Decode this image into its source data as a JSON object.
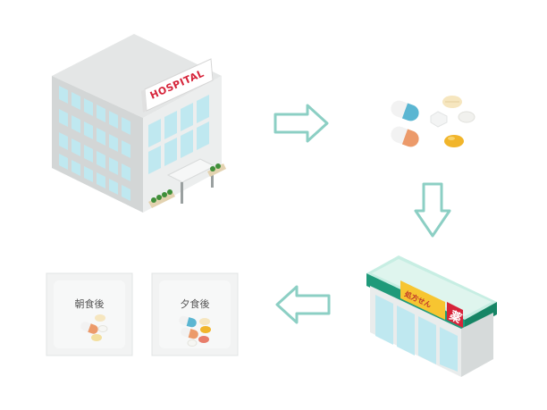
{
  "hospital": {
    "sign": "HOSPITAL"
  },
  "pharmacy": {
    "sign": "処方せん",
    "kanji": "薬"
  },
  "packets": [
    {
      "label": "朝食後"
    },
    {
      "label": "夕食後"
    }
  ],
  "colors": {
    "arrow": "#8ccfc4",
    "pharmacy_green": "#1f9a7a",
    "hospital_red": "#d6243a",
    "window_blue": "#bfe8f0"
  }
}
